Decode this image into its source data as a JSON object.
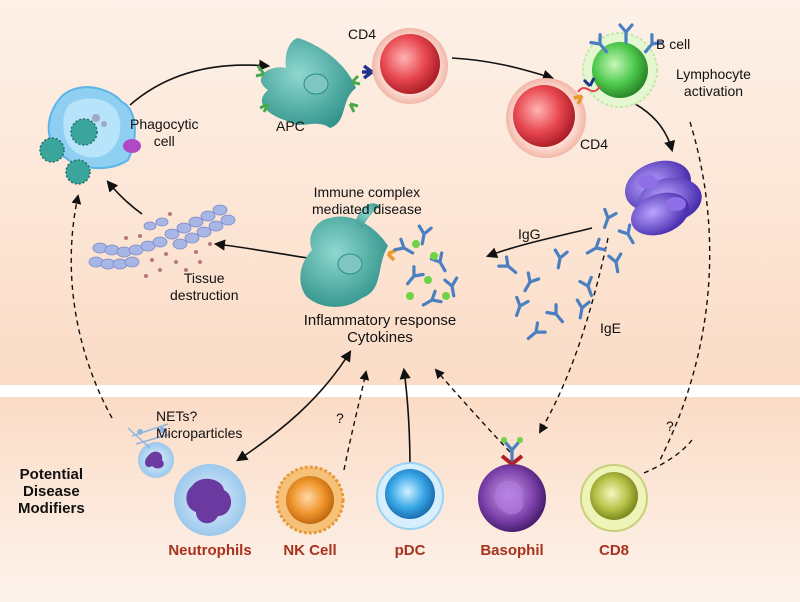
{
  "labels": {
    "cd4_top": "CD4",
    "b_cell": "B cell",
    "lymphocyte_activation_1": "Lymphocyte",
    "lymphocyte_activation_2": "activation",
    "apc": "APC",
    "cd4_bottom": "CD4",
    "phagocytic_1": "Phagocytic",
    "phagocytic_2": "cell",
    "immune_complex_1": "Immune complex",
    "immune_complex_2": "mediated disease",
    "igg": "IgG",
    "ige": "IgE",
    "tissue_1": "Tissue",
    "tissue_2": "destruction",
    "inflammatory": "Inflammatory response",
    "cytokines": "Cytokines",
    "nets": "NETs?",
    "microparticles": "Microparticles",
    "question_nk": "?",
    "question_cd8": "?",
    "potential_1": "Potential",
    "potential_2": "Disease",
    "potential_3": "Modifiers"
  },
  "modifiers": {
    "neutrophils": "Neutrophils",
    "nk_cell": "NK Cell",
    "pdc": "pDC",
    "basophil": "Basophil",
    "cd8": "CD8"
  },
  "colors": {
    "band_top": "#fde4d2",
    "band_bottom": "#fbe0cc",
    "modifier_label": "#a8321e",
    "apc_teal": "#3aa59b",
    "cd4_red": "#e8474f",
    "bcell_green": "#4ec94e",
    "phagocyte_blue": "#5ab5e8",
    "antibody_blue": "#4a7fc1",
    "plasma_purple": "#6a4fc8",
    "nk_orange": "#f0962e",
    "pdc_blue": "#3aa8e8",
    "basophil_purple": "#7a3fa8",
    "cd8_green": "#b8c24a"
  }
}
